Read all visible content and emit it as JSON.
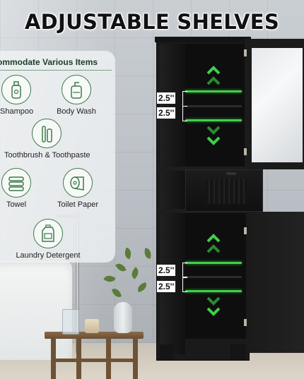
{
  "headline": "ADJUSTABLE SHELVES",
  "panel": {
    "title": "ommodate Various Items",
    "items": [
      {
        "label": "Shampoo",
        "icon": "shampoo-bottle-icon"
      },
      {
        "label": "Body Wash",
        "icon": "body-wash-bottle-icon"
      },
      {
        "label": "Toothbrush & Toothpaste",
        "icon": "toothbrush-toothpaste-icon"
      },
      {
        "label": "Towel",
        "icon": "towel-icon"
      },
      {
        "label": "Toilet Paper",
        "icon": "toilet-paper-icon"
      },
      {
        "label": "Laundry Detergent",
        "icon": "laundry-detergent-icon"
      }
    ]
  },
  "dimensions": {
    "top_upper": "2.5''",
    "top_lower": "2.5''",
    "bottom_upper": "2.5''",
    "bottom_lower": "2.5''"
  },
  "colors": {
    "accent_green": "#3fd04a",
    "icon_stroke": "#3e7a4c",
    "cabinet": "#1a1a1a"
  }
}
